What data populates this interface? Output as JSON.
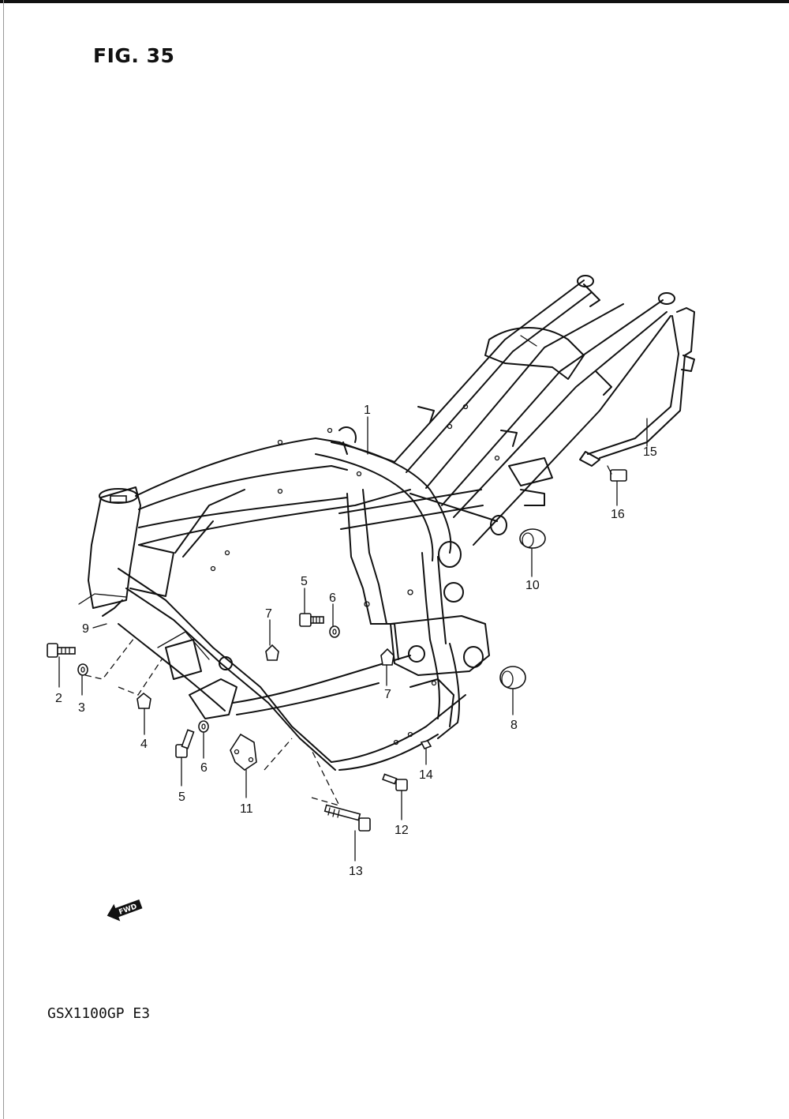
{
  "figure": {
    "title": "FIG. 35",
    "model_code": "GSX1100GP  E3"
  },
  "fwd_indicator": {
    "label": "FWD",
    "icon": "fwd-arrow-icon"
  },
  "callouts": [
    "1",
    "2",
    "3",
    "4",
    "5",
    "6",
    "7",
    "8",
    "9",
    "10",
    "11",
    "12",
    "13",
    "14",
    "15",
    "16",
    "5",
    "6",
    "7"
  ]
}
